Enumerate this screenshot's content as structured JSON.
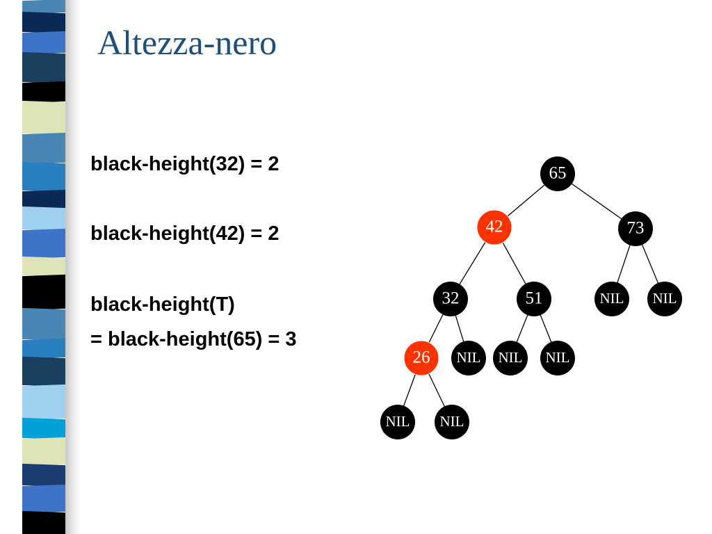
{
  "slide": {
    "title": "Altezza-nero",
    "lines": [
      "black-height(32) = 2",
      "black-height(42) = 2",
      "black-height(T)",
      "= black-height(65) = 3"
    ]
  },
  "colors": {
    "title": "#1f4e79",
    "black_node": "#000000",
    "red_node": "#ff3300",
    "edge": "#000000",
    "stripe": [
      "#1b3f5e",
      "#4a86b3",
      "#0a2a55",
      "#3d74c9",
      "#000000",
      "#dfe3b8",
      "#2a7fc0",
      "#00a0d8",
      "#9fd0f0",
      "#1a3c70"
    ]
  },
  "tree": {
    "nodes": [
      {
        "id": "n65",
        "label": "65",
        "color": "black"
      },
      {
        "id": "n42",
        "label": "42",
        "color": "red"
      },
      {
        "id": "n73",
        "label": "73",
        "color": "black"
      },
      {
        "id": "n32",
        "label": "32",
        "color": "black"
      },
      {
        "id": "n51",
        "label": "51",
        "color": "black"
      },
      {
        "id": "nil73l",
        "label": "NIL",
        "color": "black"
      },
      {
        "id": "nil73r",
        "label": "NIL",
        "color": "black"
      },
      {
        "id": "n26",
        "label": "26",
        "color": "red"
      },
      {
        "id": "nil32r",
        "label": "NIL",
        "color": "black"
      },
      {
        "id": "nil51l",
        "label": "NIL",
        "color": "black"
      },
      {
        "id": "nil51r",
        "label": "NIL",
        "color": "black"
      },
      {
        "id": "nil26l",
        "label": "NIL",
        "color": "black"
      },
      {
        "id": "nil26r",
        "label": "NIL",
        "color": "black"
      }
    ],
    "edges": [
      [
        "n65",
        "n42"
      ],
      [
        "n65",
        "n73"
      ],
      [
        "n42",
        "n32"
      ],
      [
        "n42",
        "n51"
      ],
      [
        "n73",
        "nil73l"
      ],
      [
        "n73",
        "nil73r"
      ],
      [
        "n32",
        "n26"
      ],
      [
        "n32",
        "nil32r"
      ],
      [
        "n51",
        "nil51l"
      ],
      [
        "n51",
        "nil51r"
      ],
      [
        "n26",
        "nil26l"
      ],
      [
        "n26",
        "nil26r"
      ]
    ]
  }
}
